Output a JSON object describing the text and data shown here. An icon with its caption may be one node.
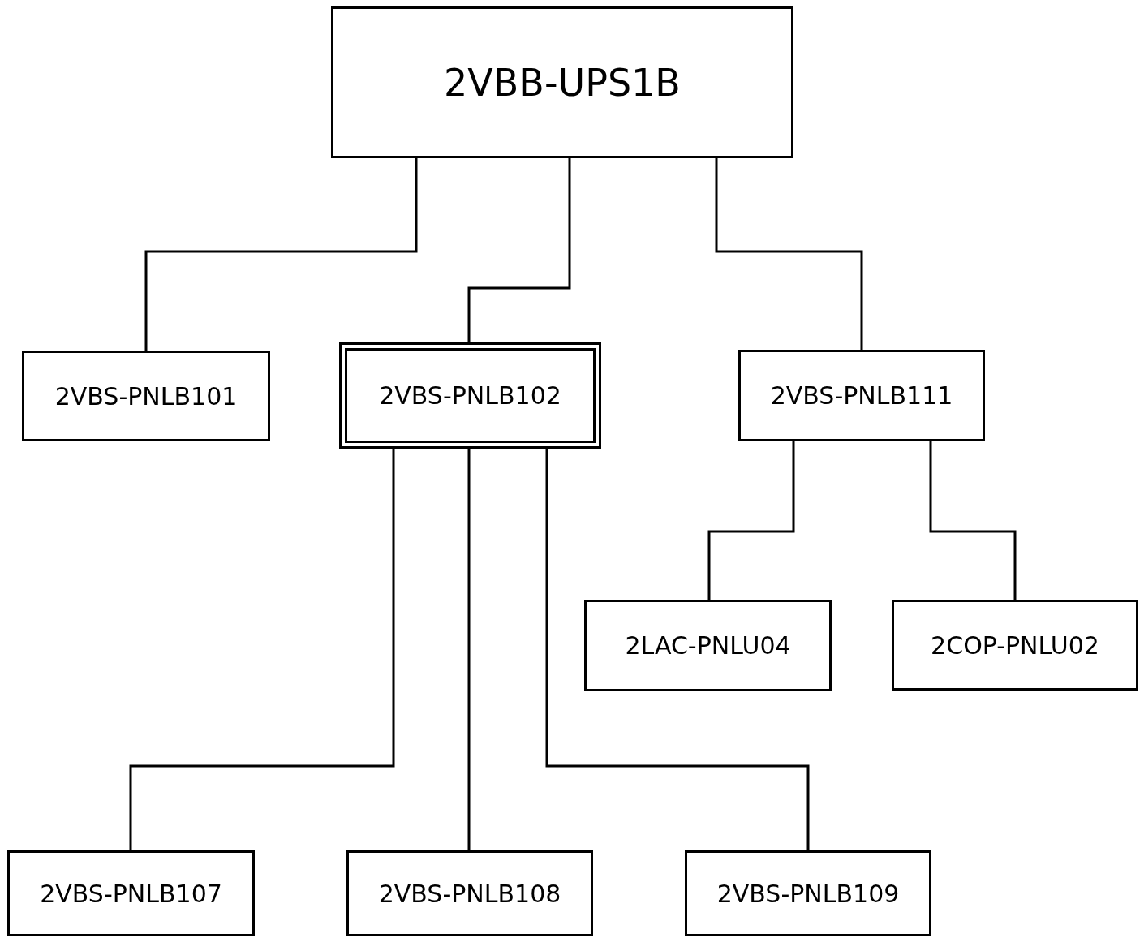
{
  "diagram": {
    "nodes": [
      {
        "text": [
          "2VBB-UPS1B"
        ]
      },
      {
        "text": [
          "2VBS-PNLB101"
        ]
      },
      {
        "text": [
          "2VBS-PNLB102"
        ]
      },
      {
        "text": [
          "2VBS-PNLB111"
        ]
      },
      {
        "text": [
          "2LAC-PNLU04"
        ]
      },
      {
        "text": [
          "2COP-PNLU02"
        ]
      },
      {
        "text": [
          "2VBS-PNLB107"
        ]
      },
      {
        "text": [
          "2VBS-PNLB108"
        ]
      },
      {
        "text": [
          "2VBS-PNLB109"
        ]
      }
    ],
    "edges": [
      {
        "from": 0,
        "to": 1,
        "arrow": "none"
      },
      {
        "from": 0,
        "to": 2,
        "arrow": "none"
      },
      {
        "from": 0,
        "to": 3,
        "arrow": "none"
      },
      {
        "from": 3,
        "to": 4,
        "arrow": "none"
      },
      {
        "from": 3,
        "to": 5,
        "arrow": "none"
      },
      {
        "from": 2,
        "to": 6,
        "arrow": "none"
      },
      {
        "from": 2,
        "to": 7,
        "arrow": "none"
      },
      {
        "from": 2,
        "to": 8,
        "arrow": "none"
      }
    ]
  }
}
